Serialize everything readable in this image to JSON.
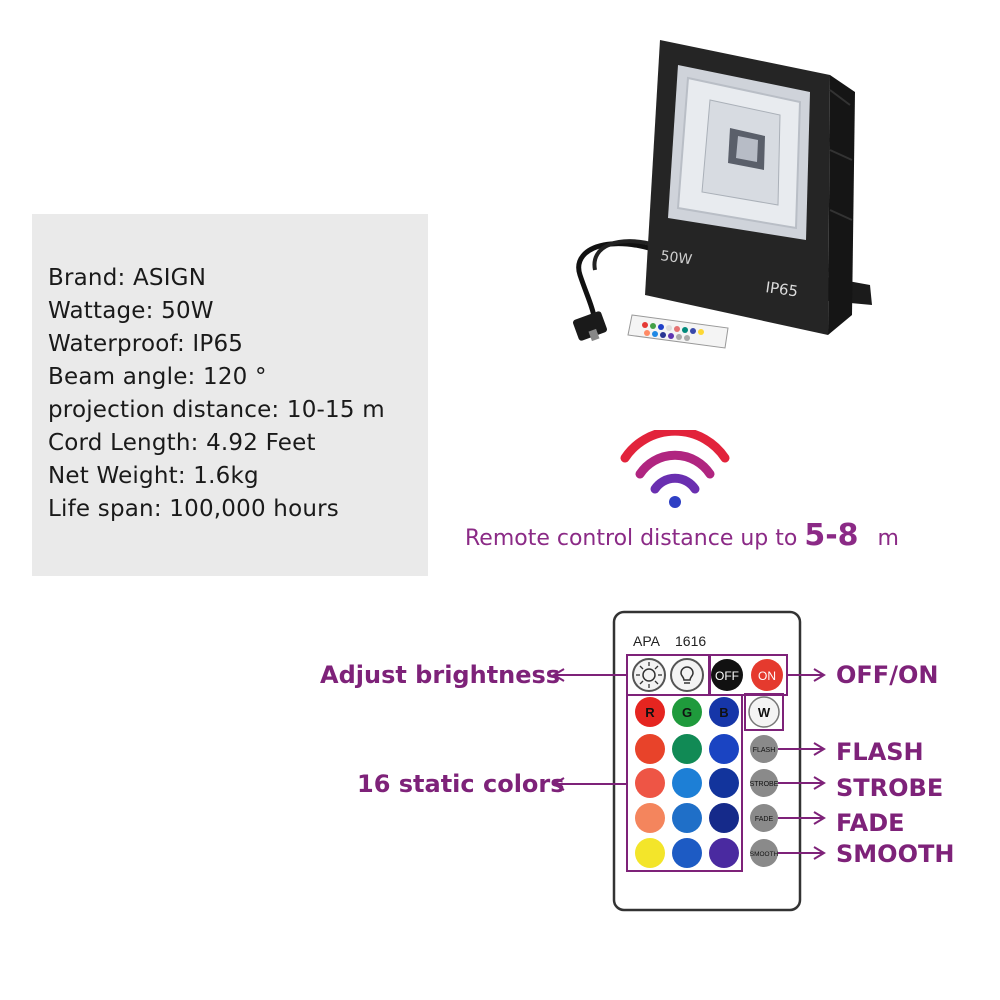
{
  "specs": [
    {
      "text": "Brand: ASIGN"
    },
    {
      "text": "Wattage: 50W"
    },
    {
      "text": "Waterproof: IP65"
    },
    {
      "text": "Beam angle: 120 °"
    },
    {
      "text": "projection distance: 10-15 m"
    },
    {
      "text": "Cord Length: 4.92 Feet"
    },
    {
      "text": "Net Weight: 1.6kg"
    },
    {
      "text": "Life span: 100,000 hours"
    }
  ],
  "product": {
    "wattage_label": "50W",
    "rating_label": "IP65"
  },
  "remote_distance": {
    "prefix": "Remote control distance up to ",
    "range": "5-8",
    "unit": "m"
  },
  "remote": {
    "top_labels": {
      "left": "APA",
      "right": "1616"
    },
    "power_off": "OFF",
    "power_on": "ON",
    "row1": [
      "R",
      "G",
      "B",
      "W"
    ],
    "modes": [
      "FLASH",
      "STROBE",
      "FADE",
      "SMOOTH"
    ]
  },
  "callouts": {
    "brightness": "Adjust brightness",
    "colors": "16 static colors",
    "offon": "OFF/ON",
    "flash": "FLASH",
    "strobe": "STROBE",
    "fade": "FADE",
    "smooth": "SMOOTH"
  },
  "colors": {
    "accent": "#7e2279",
    "panel": "#eaeaea"
  }
}
